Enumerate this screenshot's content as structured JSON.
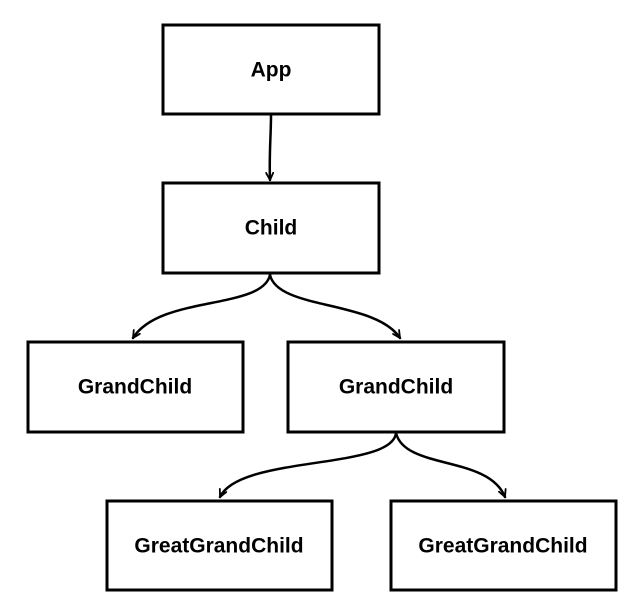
{
  "diagram": {
    "type": "tree",
    "nodes": [
      {
        "id": "app",
        "label": "App"
      },
      {
        "id": "child",
        "label": "Child"
      },
      {
        "id": "grandchild_left",
        "label": "GrandChild"
      },
      {
        "id": "grandchild_right",
        "label": "GrandChild"
      },
      {
        "id": "greatgrandchild_left",
        "label": "GreatGrandChild"
      },
      {
        "id": "greatgrandchild_right",
        "label": "GreatGrandChild"
      }
    ],
    "edges": [
      {
        "from": "app",
        "to": "child"
      },
      {
        "from": "child",
        "to": "grandchild_left"
      },
      {
        "from": "child",
        "to": "grandchild_right"
      },
      {
        "from": "grandchild_right",
        "to": "greatgrandchild_left"
      },
      {
        "from": "grandchild_right",
        "to": "greatgrandchild_right"
      }
    ],
    "colors": {
      "stroke": "#000000",
      "fill": "#ffffff",
      "text": "#000000"
    }
  }
}
